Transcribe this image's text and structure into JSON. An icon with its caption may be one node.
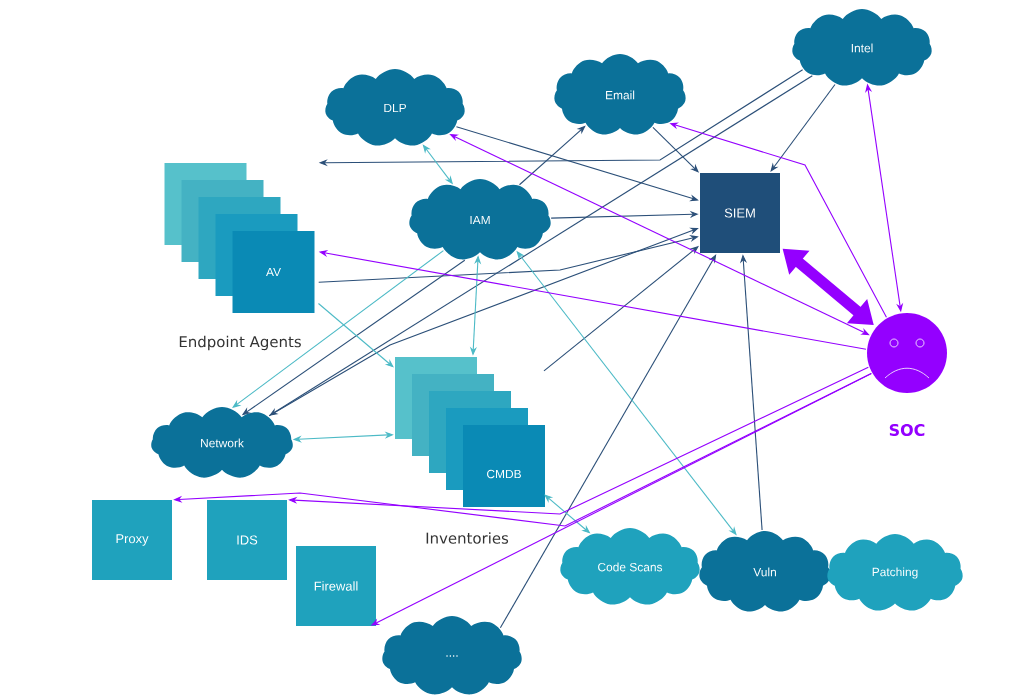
{
  "diagram": {
    "nodes": [
      {
        "text": [
          "DLP"
        ]
      },
      {
        "text": [
          "Email"
        ]
      },
      {
        "text": [
          "Intel"
        ]
      },
      {
        "text": [
          "AV"
        ],
        "beside": [
          "Endpoint Agents"
        ]
      },
      {
        "text": [
          "IAM"
        ]
      },
      {
        "text": [
          "SIEM"
        ]
      },
      {
        "text": [
          "SOC"
        ]
      },
      {
        "text": [
          "Network"
        ]
      },
      {
        "text": [
          "CMDB"
        ],
        "beside": [
          "Inventories"
        ]
      },
      {
        "text": [
          "Proxy"
        ]
      },
      {
        "text": [
          "IDS"
        ]
      },
      {
        "text": [
          "Firewall"
        ]
      },
      {
        "text": [
          "...."
        ]
      },
      {
        "text": [
          "Code Scans"
        ]
      },
      {
        "text": [
          "Vuln"
        ]
      },
      {
        "text": [
          "Patching"
        ]
      }
    ],
    "edges": [
      {
        "from": 2,
        "to": 3,
        "arrow": "to"
      },
      {
        "from": 2,
        "to": 7,
        "arrow": "to"
      },
      {
        "from": 2,
        "to": 5,
        "arrow": "to"
      },
      {
        "from": 1,
        "to": 5,
        "arrow": "to"
      },
      {
        "from": 0,
        "to": 5,
        "arrow": "to"
      },
      {
        "from": 4,
        "to": 1,
        "arrow": "to"
      },
      {
        "from": 4,
        "to": 5,
        "arrow": "to"
      },
      {
        "from": 3,
        "to": 5,
        "arrow": "to"
      },
      {
        "from": 4,
        "to": 7,
        "arrow": "to"
      },
      {
        "from": 7,
        "to": 5,
        "arrow": "to"
      },
      {
        "from": 8,
        "to": 5,
        "arrow": "to"
      },
      {
        "from": 12,
        "to": 5,
        "arrow": "to"
      },
      {
        "from": 14,
        "to": 5,
        "arrow": "to"
      },
      {
        "from": 0,
        "to": 4,
        "arrow": "both",
        "color": "#4cbac6"
      },
      {
        "from": 4,
        "to": 7,
        "arrow": "to",
        "color": "#4cbac6"
      },
      {
        "from": 3,
        "to": 8,
        "arrow": "to",
        "color": "#4cbac6"
      },
      {
        "from": 4,
        "to": 8,
        "arrow": "both",
        "color": "#4cbac6"
      },
      {
        "from": 4,
        "to": 14,
        "arrow": "both",
        "color": "#4cbac6"
      },
      {
        "from": 7,
        "to": 8,
        "arrow": "both",
        "color": "#4cbac6"
      },
      {
        "from": 8,
        "to": 13,
        "arrow": "both",
        "color": "#4cbac6"
      },
      {
        "from": 5,
        "to": 6,
        "arrow": "both",
        "style": "thick",
        "color": "#9400ff"
      },
      {
        "from": 6,
        "to": 1,
        "arrow": "to",
        "color": "#9400ff"
      },
      {
        "from": 2,
        "to": 6,
        "arrow": "both",
        "color": "#9400ff"
      },
      {
        "from": 0,
        "to": 6,
        "arrow": "both",
        "color": "#9400ff"
      },
      {
        "from": 6,
        "to": 3,
        "arrow": "to",
        "color": "#9400ff"
      },
      {
        "from": 6,
        "to": 9,
        "arrow": "to",
        "color": "#9400ff"
      },
      {
        "from": 6,
        "to": 10,
        "arrow": "to",
        "color": "#9400ff"
      },
      {
        "from": 6,
        "to": 11,
        "arrow": "to",
        "color": "#9400ff"
      }
    ]
  }
}
